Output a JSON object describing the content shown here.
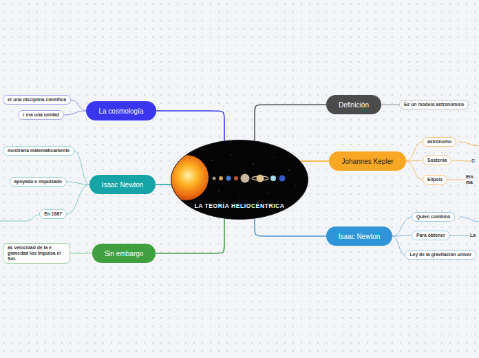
{
  "diagram": {
    "nodes": [
      {
        "text": [
          "LA TEORÍA HELIOCÉNTRICA"
        ]
      },
      {
        "text": [
          "Definición"
        ]
      },
      {
        "text": [
          "Es un modelo astronómico"
        ]
      },
      {
        "text": [
          "Johannes Kepler"
        ]
      },
      {
        "text": [
          "astrónomo"
        ]
      },
      {
        "text": [
          "Sostenia"
        ]
      },
      {
        "text": [
          "C"
        ]
      },
      {
        "text": [
          "Elipsis"
        ]
      },
      {
        "text": [
          "Em ma"
        ]
      },
      {
        "text": [
          "Isaac Newton"
        ]
      },
      {
        "text": [
          "Quien combinó"
        ]
      },
      {
        "text": [
          "Para obtener"
        ]
      },
      {
        "text": [
          "La"
        ]
      },
      {
        "text": [
          "Ley de la gravitación univer"
        ]
      },
      {
        "text": [
          "La cosmología"
        ]
      },
      {
        "text": [
          "er una disciplina científica"
        ]
      },
      {
        "text": [
          "r era una unidad"
        ]
      },
      {
        "text": [
          "Isaac Newton"
        ]
      },
      {
        "text": [
          "mostraría matemáticamente"
        ]
      },
      {
        "text": [
          "apoyado e impulsado"
        ]
      },
      {
        "text": [
          "En 1687"
        ]
      },
      {
        "text": [
          "Sin embargo"
        ]
      },
      {
        "text": [
          "ás velocidad de la e gravedad los impulsa el Sol."
        ]
      }
    ],
    "edges": [
      {
        "from": 0,
        "to": 1,
        "arrow": "none"
      },
      {
        "from": 1,
        "to": 2,
        "arrow": "none"
      },
      {
        "from": 0,
        "to": 3,
        "arrow": "none"
      },
      {
        "from": 3,
        "to": 4,
        "arrow": "none"
      },
      {
        "from": 3,
        "to": 5,
        "arrow": "none"
      },
      {
        "from": 5,
        "to": 6,
        "arrow": "none"
      },
      {
        "from": 3,
        "to": 7,
        "arrow": "none"
      },
      {
        "from": 7,
        "to": 8,
        "arrow": "none"
      },
      {
        "from": 0,
        "to": 9,
        "arrow": "none"
      },
      {
        "from": 9,
        "to": 10,
        "arrow": "none"
      },
      {
        "from": 9,
        "to": 11,
        "arrow": "none"
      },
      {
        "from": 11,
        "to": 12,
        "arrow": "none"
      },
      {
        "from": 9,
        "to": 13,
        "arrow": "none"
      },
      {
        "from": 0,
        "to": 14,
        "arrow": "none"
      },
      {
        "from": 14,
        "to": 15,
        "arrow": "none"
      },
      {
        "from": 14,
        "to": 16,
        "arrow": "none"
      },
      {
        "from": 0,
        "to": 17,
        "arrow": "none"
      },
      {
        "from": 17,
        "to": 18,
        "arrow": "none"
      },
      {
        "from": 17,
        "to": 19,
        "arrow": "none"
      },
      {
        "from": 17,
        "to": 20,
        "arrow": "none"
      },
      {
        "from": 0,
        "to": 21,
        "arrow": "none"
      },
      {
        "from": 21,
        "to": 22,
        "arrow": "none"
      }
    ]
  }
}
